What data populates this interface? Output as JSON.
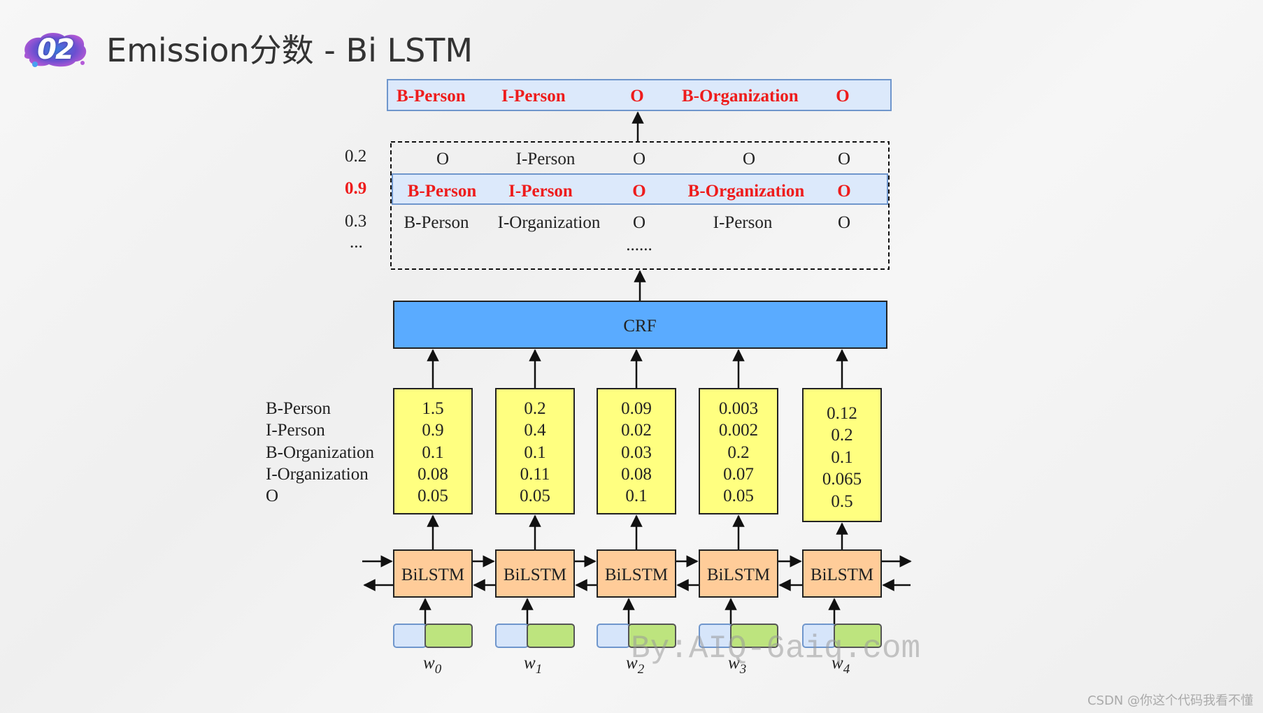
{
  "header": {
    "badge_number": "02",
    "title": "Emission分数 - Bi LSTM"
  },
  "output_tags": [
    "B-Person",
    "I-Person",
    "O",
    "B-Organization",
    "O"
  ],
  "candidates": [
    {
      "score": "0.2",
      "tags": [
        "O",
        "I-Person",
        "O",
        "O",
        "O"
      ],
      "highlight": false
    },
    {
      "score": "0.9",
      "tags": [
        "B-Person",
        "I-Person",
        "O",
        "B-Organization",
        "O"
      ],
      "highlight": true
    },
    {
      "score": "0.3",
      "tags": [
        "B-Person",
        "I-Organization",
        "O",
        "I-Person",
        "O"
      ],
      "highlight": false
    }
  ],
  "candidates_more_left": "...",
  "candidates_more_mid": "......",
  "crf_label": "CRF",
  "label_names": [
    "B-Person",
    "I-Person",
    "B-Organization",
    "I-Organization",
    "O"
  ],
  "emission_scores": [
    [
      "1.5",
      "0.9",
      "0.1",
      "0.08",
      "0.05"
    ],
    [
      "0.2",
      "0.4",
      "0.1",
      "0.11",
      "0.05"
    ],
    [
      "0.09",
      "0.02",
      "0.03",
      "0.08",
      "0.1"
    ],
    [
      "0.003",
      "0.002",
      "0.2",
      "0.07",
      "0.05"
    ],
    [
      "0.12",
      "0.2",
      "0.1",
      "0.065",
      "0.5"
    ]
  ],
  "bilstm_label": "BiLSTM",
  "words": [
    {
      "base": "w",
      "sub": "0"
    },
    {
      "base": "w",
      "sub": "1"
    },
    {
      "base": "w",
      "sub": "2"
    },
    {
      "base": "w",
      "sub": "3"
    },
    {
      "base": "w",
      "sub": "4"
    }
  ],
  "watermark": "By:AIQ-6aiq.com",
  "credit": "CSDN @你这个代码我看不懂",
  "colors": {
    "output_fill": "#dce9fb",
    "output_stroke": "#6f96cc",
    "crf_fill": "#5aabff",
    "score_fill": "#ffff80",
    "bilstm_fill": "#ffcc99",
    "embed_left": "#d6e5fa",
    "embed_right": "#bde47e",
    "highlight_red": "#ee1c1c"
  }
}
